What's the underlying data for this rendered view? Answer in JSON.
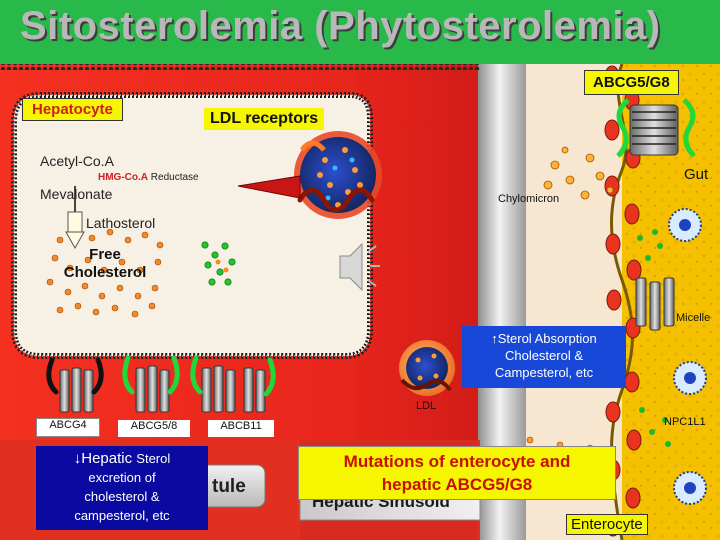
{
  "title": "Sitosterolemia (Phytosterolemia)",
  "labels": {
    "abcg58_top": "ABCG5/G8",
    "hepatocyte": "Hepatocyte",
    "ldl_receptors": "LDL receptors",
    "acetyl_coa": "Acetyl-Co.A",
    "hmg_coa": "HMG-Co.A",
    "reductase": "Reductase",
    "mevalonate": "Mevalonate",
    "lathosterol": "Lathosterol",
    "free_cholesterol": "Free Cholesterol",
    "chylomicron": "Chylomicron",
    "gut": "Gut",
    "micelle": "Micelle",
    "ldl": "LDL",
    "npc1l1": "NPC1L1",
    "abcg4": "ABCG4",
    "abcg58": "ABCG5/8",
    "abcb11": "ABCB11",
    "tule": "tule",
    "hepatic_sinusoid": "Hepatic Sinusoid",
    "enterocyte": "Enterocyte"
  },
  "absorption_box": {
    "arrow": "↑",
    "line1": "Sterol Absorption",
    "line2": "Cholesterol &",
    "line3": "Campesterol, etc"
  },
  "excretion_box": {
    "arrow": "↓",
    "line1a": "Hepatic ",
    "line1b": "Sterol",
    "line2": "excretion of",
    "line3": "cholesterol &",
    "line4": "campesterol, etc"
  },
  "mutation_box": {
    "line1": "Mutations of enterocyte and",
    "line2": "hepatic ABCG5/G8"
  },
  "colors": {
    "title_bg": "#29b84a",
    "title_text": "#b8b8b8",
    "hepatocyte_fill": "#f7f0e4",
    "blood": "#f02820",
    "gut_lumen": "#f5c000",
    "label_box": "#f6f600",
    "annotation_box": "#1848d8",
    "excretion_box": "#0a0aa0",
    "mutation_text": "#c81000"
  },
  "icons": [
    "speaker-icon",
    "ldl-particle-icon",
    "micelle-icon",
    "transporter-icon"
  ]
}
